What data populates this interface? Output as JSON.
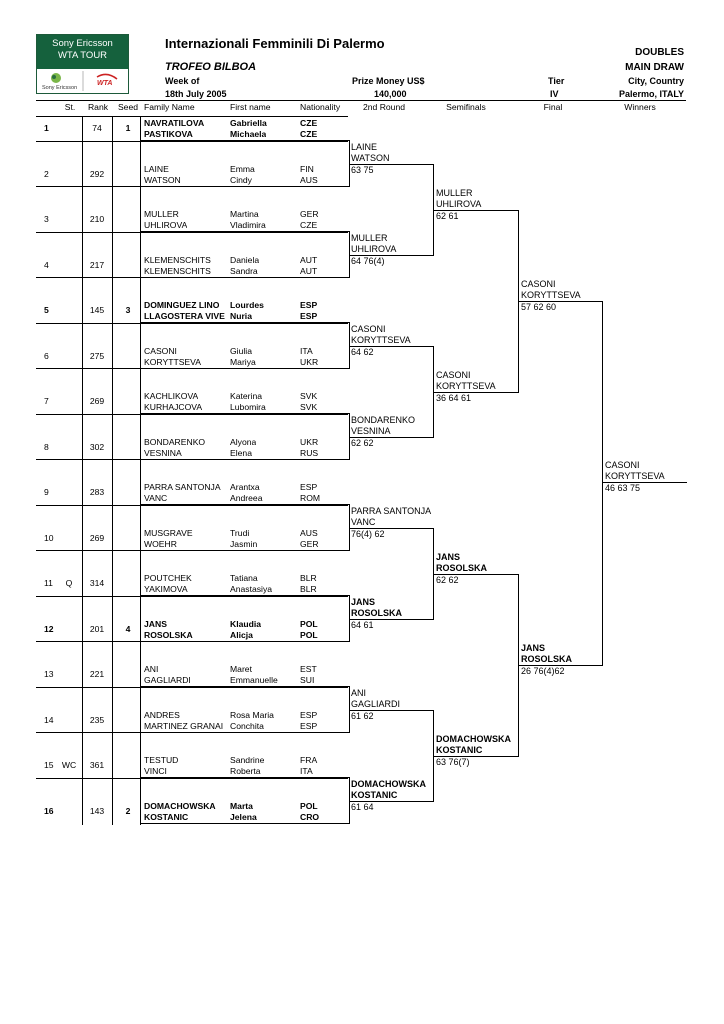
{
  "logo": {
    "line1": "Sony Ericsson",
    "line2": "WTA TOUR",
    "small": "Sony Ericsson",
    "wta": "WTA"
  },
  "header": {
    "title": "Internazionali Femminili Di Palermo",
    "subtitle": "TROFEO BILBOA",
    "type": "DOUBLES",
    "draw": "MAIN DRAW",
    "week_label": "Week of",
    "week_value": "18th July 2005",
    "prize_label": "Prize Money US$",
    "prize_value": "140,000",
    "tier_label": "Tier",
    "tier_value": "IV",
    "city_label": "City, Country",
    "city_value": "Palermo, ITALY"
  },
  "columns": [
    "St.",
    "Rank",
    "Seed",
    "Family Name",
    "First name",
    "Nationality",
    "2nd Round",
    "Semifinals",
    "Final",
    "Winners"
  ],
  "entries": [
    {
      "no": "1",
      "st": "",
      "rank": "74",
      "seed": "1",
      "bold": true,
      "p1": {
        "fam": "NAVRATILOVA",
        "first": "Gabriella",
        "nat": "CZE"
      },
      "p2": {
        "fam": "PASTIKOVA",
        "first": "Michaela",
        "nat": "CZE"
      }
    },
    {
      "no": "2",
      "st": "",
      "rank": "292",
      "seed": "",
      "bold": false,
      "p1": {
        "fam": "LAINE",
        "first": "Emma",
        "nat": "FIN"
      },
      "p2": {
        "fam": "WATSON",
        "first": "Cindy",
        "nat": "AUS"
      }
    },
    {
      "no": "3",
      "st": "",
      "rank": "210",
      "seed": "",
      "bold": false,
      "p1": {
        "fam": "MULLER",
        "first": "Martina",
        "nat": "GER"
      },
      "p2": {
        "fam": "UHLIROVA",
        "first": "Vladimira",
        "nat": "CZE"
      }
    },
    {
      "no": "4",
      "st": "",
      "rank": "217",
      "seed": "",
      "bold": false,
      "p1": {
        "fam": "KLEMENSCHITS",
        "first": "Daniela",
        "nat": "AUT"
      },
      "p2": {
        "fam": "KLEMENSCHITS",
        "first": "Sandra",
        "nat": "AUT"
      }
    },
    {
      "no": "5",
      "st": "",
      "rank": "145",
      "seed": "3",
      "bold": true,
      "p1": {
        "fam": "DOMINGUEZ LINO",
        "first": "Lourdes",
        "nat": "ESP"
      },
      "p2": {
        "fam": "LLAGOSTERA VIVE",
        "first": "Nuria",
        "nat": "ESP"
      }
    },
    {
      "no": "6",
      "st": "",
      "rank": "275",
      "seed": "",
      "bold": false,
      "p1": {
        "fam": "CASONI",
        "first": "Giulia",
        "nat": "ITA"
      },
      "p2": {
        "fam": "KORYTTSEVA",
        "first": "Mariya",
        "nat": "UKR"
      }
    },
    {
      "no": "7",
      "st": "",
      "rank": "269",
      "seed": "",
      "bold": false,
      "p1": {
        "fam": "KACHLIKOVA",
        "first": "Katerina",
        "nat": "SVK"
      },
      "p2": {
        "fam": "KURHAJCOVA",
        "first": "Lubomira",
        "nat": "SVK"
      }
    },
    {
      "no": "8",
      "st": "",
      "rank": "302",
      "seed": "",
      "bold": false,
      "p1": {
        "fam": "BONDARENKO",
        "first": "Alyona",
        "nat": "UKR"
      },
      "p2": {
        "fam": "VESNINA",
        "first": "Elena",
        "nat": "RUS"
      }
    },
    {
      "no": "9",
      "st": "",
      "rank": "283",
      "seed": "",
      "bold": false,
      "p1": {
        "fam": "PARRA SANTONJA",
        "first": "Arantxa",
        "nat": "ESP"
      },
      "p2": {
        "fam": "VANC",
        "first": "Andreea",
        "nat": "ROM"
      }
    },
    {
      "no": "10",
      "st": "",
      "rank": "269",
      "seed": "",
      "bold": false,
      "p1": {
        "fam": "MUSGRAVE",
        "first": "Trudi",
        "nat": "AUS"
      },
      "p2": {
        "fam": "WOEHR",
        "first": "Jasmin",
        "nat": "GER"
      }
    },
    {
      "no": "11",
      "st": "Q",
      "rank": "314",
      "seed": "",
      "bold": false,
      "p1": {
        "fam": "POUTCHEK",
        "first": "Tatiana",
        "nat": "BLR"
      },
      "p2": {
        "fam": "YAKIMOVA",
        "first": "Anastasiya",
        "nat": "BLR"
      }
    },
    {
      "no": "12",
      "st": "",
      "rank": "201",
      "seed": "4",
      "bold": true,
      "p1": {
        "fam": "JANS",
        "first": "Klaudia",
        "nat": "POL"
      },
      "p2": {
        "fam": "ROSOLSKA",
        "first": "Alicja",
        "nat": "POL"
      }
    },
    {
      "no": "13",
      "st": "",
      "rank": "221",
      "seed": "",
      "bold": false,
      "p1": {
        "fam": "ANI",
        "first": "Maret",
        "nat": "EST"
      },
      "p2": {
        "fam": "GAGLIARDI",
        "first": "Emmanuelle",
        "nat": "SUI"
      }
    },
    {
      "no": "14",
      "st": "",
      "rank": "235",
      "seed": "",
      "bold": false,
      "p1": {
        "fam": "ANDRES",
        "first": "Rosa Maria",
        "nat": "ESP"
      },
      "p2": {
        "fam": "MARTINEZ GRANAI",
        "first": "Conchita",
        "nat": "ESP"
      }
    },
    {
      "no": "15",
      "st": "WC",
      "rank": "361",
      "seed": "",
      "bold": false,
      "p1": {
        "fam": "TESTUD",
        "first": "Sandrine",
        "nat": "FRA"
      },
      "p2": {
        "fam": "VINCI",
        "first": "Roberta",
        "nat": "ITA"
      }
    },
    {
      "no": "16",
      "st": "",
      "rank": "143",
      "seed": "2",
      "bold": true,
      "p1": {
        "fam": "DOMACHOWSKA",
        "first": "Marta",
        "nat": "POL"
      },
      "p2": {
        "fam": "KOSTANIC",
        "first": "Jelena",
        "nat": "CRO"
      }
    }
  ],
  "round2": [
    {
      "p1": "LAINE",
      "p2": "WATSON",
      "score": "63 75",
      "bold": false
    },
    {
      "p1": "MULLER",
      "p2": "UHLIROVA",
      "score": "64 76(4)",
      "bold": false
    },
    {
      "p1": "CASONI",
      "p2": "KORYTTSEVA",
      "score": "64 62",
      "bold": false
    },
    {
      "p1": "BONDARENKO",
      "p2": "VESNINA",
      "score": "62 62",
      "bold": false
    },
    {
      "p1": "PARRA SANTONJA",
      "p2": "VANC",
      "score": "76(4) 62",
      "bold": false
    },
    {
      "p1": "JANS",
      "p2": "ROSOLSKA",
      "score": "64 61",
      "bold": true
    },
    {
      "p1": "ANI",
      "p2": "GAGLIARDI",
      "score": "61 62",
      "bold": false
    },
    {
      "p1": "DOMACHOWSKA",
      "p2": "KOSTANIC",
      "score": "61 64",
      "bold": true
    }
  ],
  "semis": [
    {
      "p1": "MULLER",
      "p2": "UHLIROVA",
      "score": "62 61",
      "bold": false
    },
    {
      "p1": "CASONI",
      "p2": "KORYTTSEVA",
      "score": "36 64 61",
      "bold": false
    },
    {
      "p1": "JANS",
      "p2": "ROSOLSKA",
      "score": "62 62",
      "bold": true
    },
    {
      "p1": "DOMACHOWSKA",
      "p2": "KOSTANIC",
      "score": "63 76(7)",
      "bold": true
    }
  ],
  "final": [
    {
      "p1": "CASONI",
      "p2": "KORYTTSEVA",
      "score": "57 62 60",
      "bold": false
    },
    {
      "p1": "JANS",
      "p2": "ROSOLSKA",
      "score": "26 76(4)62",
      "bold": true
    }
  ],
  "winner": {
    "p1": "CASONI",
    "p2": "KORYTTSEVA",
    "score": "46 63 75",
    "bold": false
  }
}
